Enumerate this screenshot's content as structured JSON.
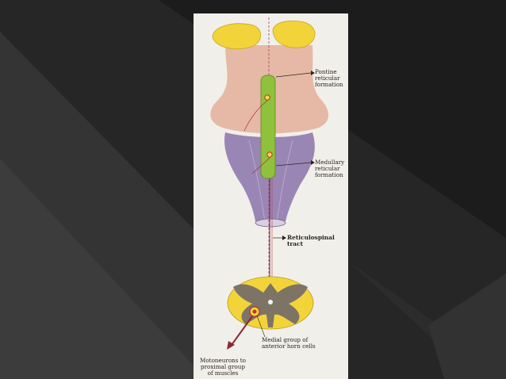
{
  "diagram": {
    "labels": {
      "pontine": "Pontine\nreticular\nformation",
      "medullary": "Medullary\nreticular\nformation",
      "tract": "Reticulospinal tract",
      "medial_group": "Medial group of\nanterior horn cells",
      "motoneurons": "Motoneurons to\nproximal group\nof muscles"
    },
    "colors": {
      "slide_bg": "#1f1f1f",
      "pons": "#e6b9a6",
      "medulla": "#9a86b5",
      "colliculi": "#f2d43a",
      "reticular_column": "#8fc13c",
      "grey_matter": "#7d7466",
      "tract_line": "#7a1f2e"
    }
  }
}
